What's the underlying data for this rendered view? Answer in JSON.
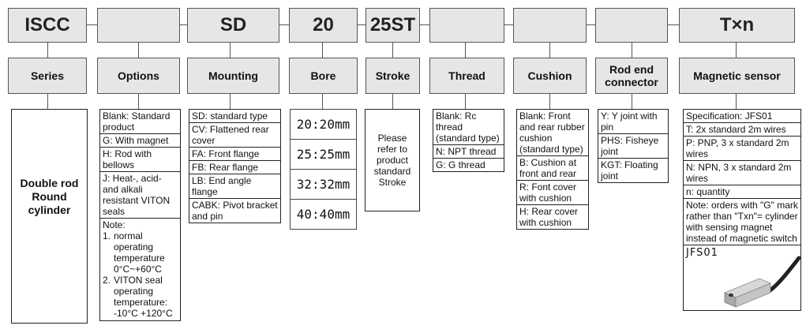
{
  "codes": [
    "ISCC",
    "",
    "SD",
    "20",
    "25ST",
    "",
    "",
    "",
    "T×n"
  ],
  "labels": [
    "Series",
    "Options",
    "Mounting",
    "Bore",
    "Stroke",
    "Thread",
    "Cushion",
    "Rod end connector",
    "Magnetic sensor"
  ],
  "series": {
    "description": "Double rod Round cylinder"
  },
  "options": {
    "items": [
      "Blank: Standard product",
      "G: With magnet",
      "H: Rod with bellows",
      "J: Heat-, acid- and alkali resistant VITON seals"
    ],
    "note_title": "Note:",
    "notes": [
      {
        "num": "1.",
        "text": "normal operating temperature 0°C~+60°C"
      },
      {
        "num": "2.",
        "text": "VITON seal operating temperature: -10°C +120°C"
      }
    ]
  },
  "mounting": {
    "items": [
      "SD: standard type",
      "CV: Flattened rear cover",
      "FA: Front flange",
      "FB: Rear flange",
      "LB: End angle flange",
      "CABK: Pivot bracket and pin"
    ]
  },
  "bore": {
    "items": [
      "20:20mm",
      "25:25mm",
      "32:32mm",
      "40:40mm"
    ]
  },
  "stroke": {
    "description": "Please refer to product standard Stroke"
  },
  "thread": {
    "items": [
      "Blank: Rc thread (standard type)",
      "N: NPT thread",
      "G: G thread"
    ]
  },
  "cushion": {
    "items": [
      "Blank: Front and rear rubber cushion (standard type)",
      "B: Cushion at front and rear",
      "R: Font cover with cushion",
      "H: Rear cover with cushion"
    ]
  },
  "rod_end": {
    "items": [
      "Y: Y joint with pin",
      "PHS: Fisheye joint",
      "KGT: Floating joint"
    ]
  },
  "sensor": {
    "items": [
      "Specification: JFS01",
      "T: 2x standard 2m wires",
      "P: PNP, 3 x standard 2m wires",
      "N: NPN, 3 x standard 2m wires",
      "n: quantity",
      "Note: orders with \"G\" mark rather than \"Txn\"= cylinder with sensing magnet instead of magnetic switch"
    ],
    "image_label": "JFS01"
  }
}
